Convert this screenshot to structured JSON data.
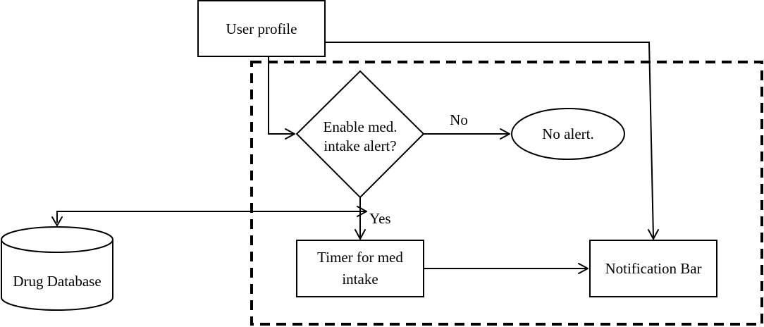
{
  "nodes": {
    "user_profile": "User profile",
    "decision": [
      "Enable med.",
      "intake alert?"
    ],
    "no_alert": "No alert.",
    "timer": [
      "Timer for med",
      "intake"
    ],
    "notification_bar": "Notification Bar",
    "drug_database": "Drug Database"
  },
  "edges": {
    "no_label": "No",
    "yes_label": "Yes"
  }
}
